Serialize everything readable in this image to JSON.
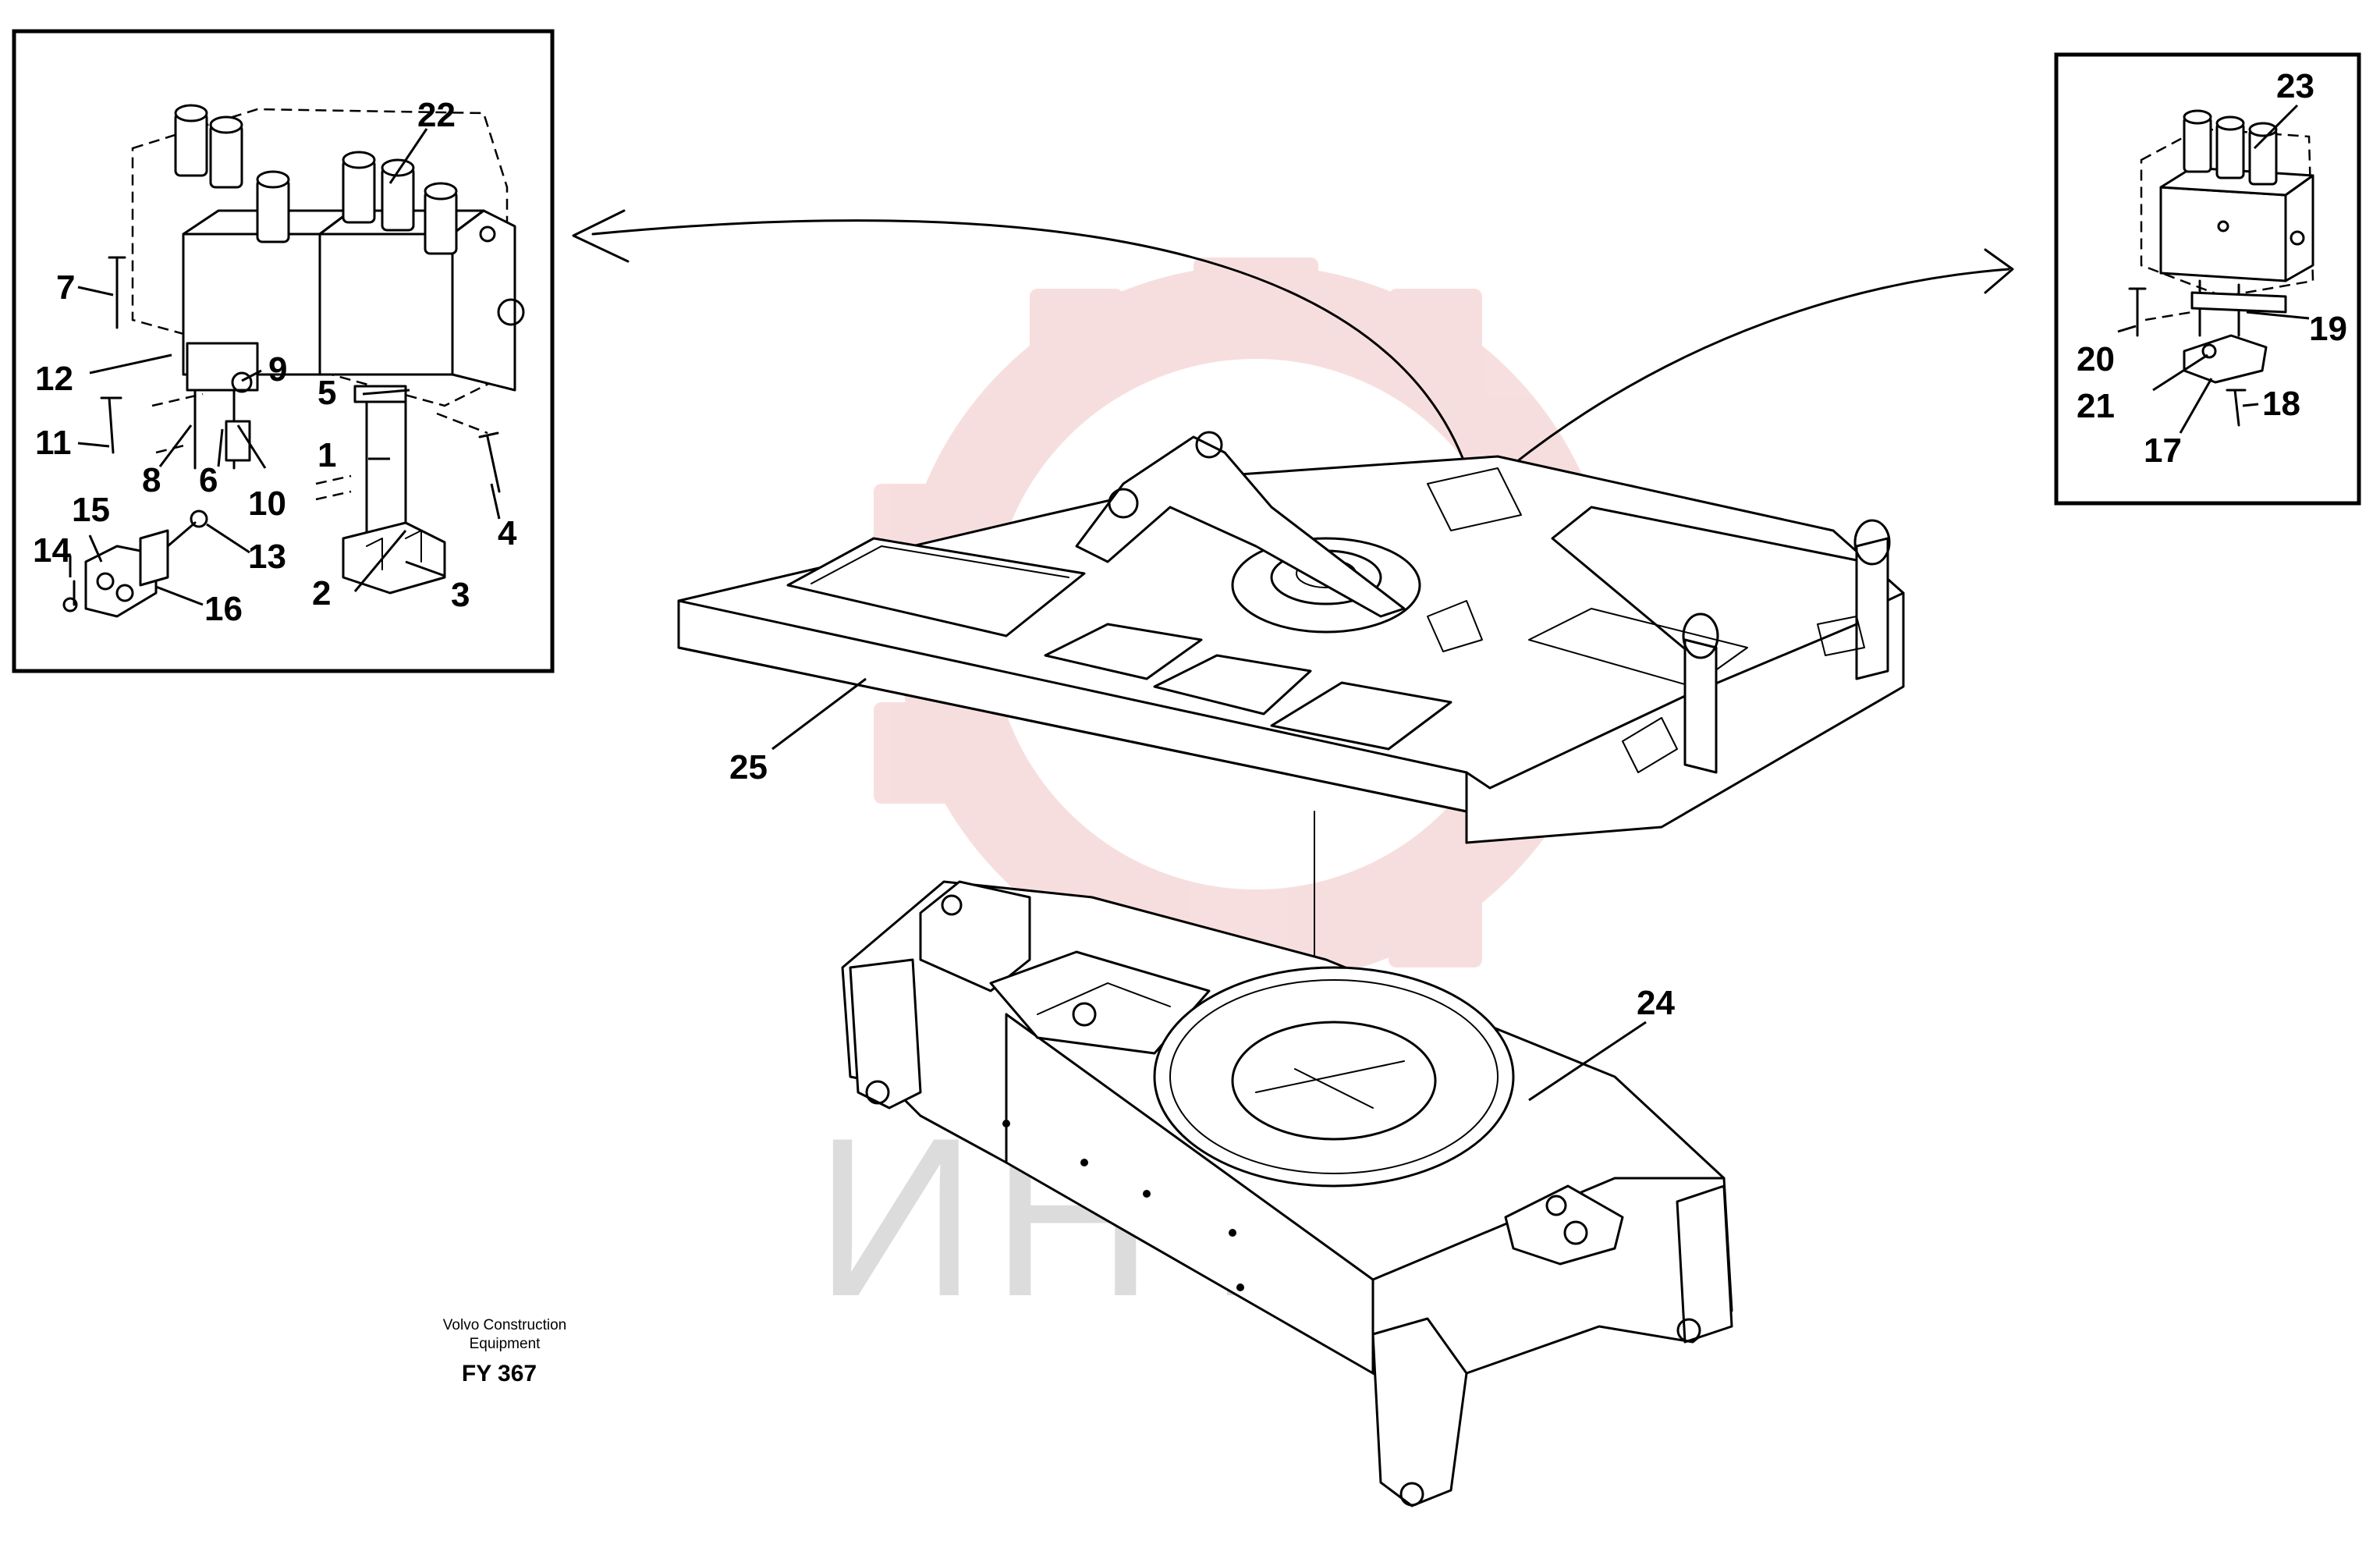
{
  "watermark": {
    "text": "ИНТЕХ",
    "logo_color": "#f2c4c4",
    "text_color": "#d9d9d9"
  },
  "callouts": {
    "c1": "1",
    "c2": "2",
    "c3": "3",
    "c4": "4",
    "c5": "5",
    "c6": "6",
    "c7": "7",
    "c8": "8",
    "c9": "9",
    "c10": "10",
    "c11": "11",
    "c12": "12",
    "c13": "13",
    "c14": "14",
    "c15": "15",
    "c16": "16",
    "c17": "17",
    "c18": "18",
    "c19": "19",
    "c20": "20",
    "c21": "21",
    "c22": "22",
    "c23": "23",
    "c24": "24",
    "c25": "25"
  },
  "caption": {
    "maker_line1": "Volvo Construction",
    "maker_line2": "Equipment",
    "code": "FY 367"
  }
}
